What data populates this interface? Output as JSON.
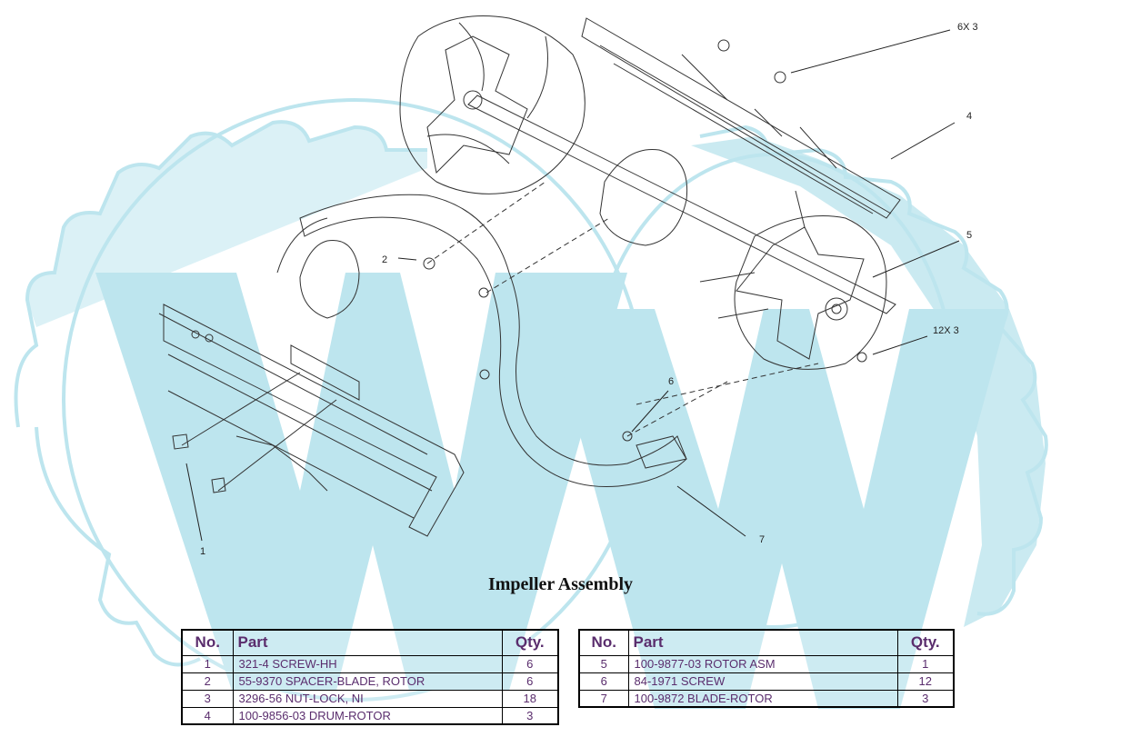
{
  "diagram": {
    "callouts": [
      "6X 3",
      "4",
      "5",
      "12X 3",
      "2",
      "6",
      "7",
      "1"
    ]
  },
  "title": "Impeller Assembly",
  "parts_table_left": {
    "headers": [
      "No.",
      "Part",
      "Qty."
    ],
    "rows": [
      {
        "no": "1",
        "part": "321-4 SCREW-HH",
        "qty": "6"
      },
      {
        "no": "2",
        "part": "55-9370 SPACER-BLADE, ROTOR",
        "qty": "6"
      },
      {
        "no": "3",
        "part": "3296-56 NUT-LOCK, NI",
        "qty": "18"
      },
      {
        "no": "4",
        "part": "100-9856-03 DRUM-ROTOR",
        "qty": "3"
      }
    ]
  },
  "parts_table_right": {
    "headers": [
      "No.",
      "Part",
      "Qty."
    ],
    "rows": [
      {
        "no": "5",
        "part": "100-9877-03 ROTOR ASM",
        "qty": "1"
      },
      {
        "no": "6",
        "part": "84-1971 SCREW",
        "qty": "12"
      },
      {
        "no": "7",
        "part": "100-9872 BLADE-ROTOR",
        "qty": "3"
      }
    ]
  },
  "colors": {
    "watermark": "#bde5ee",
    "text_purple": "#5a2d6d"
  }
}
